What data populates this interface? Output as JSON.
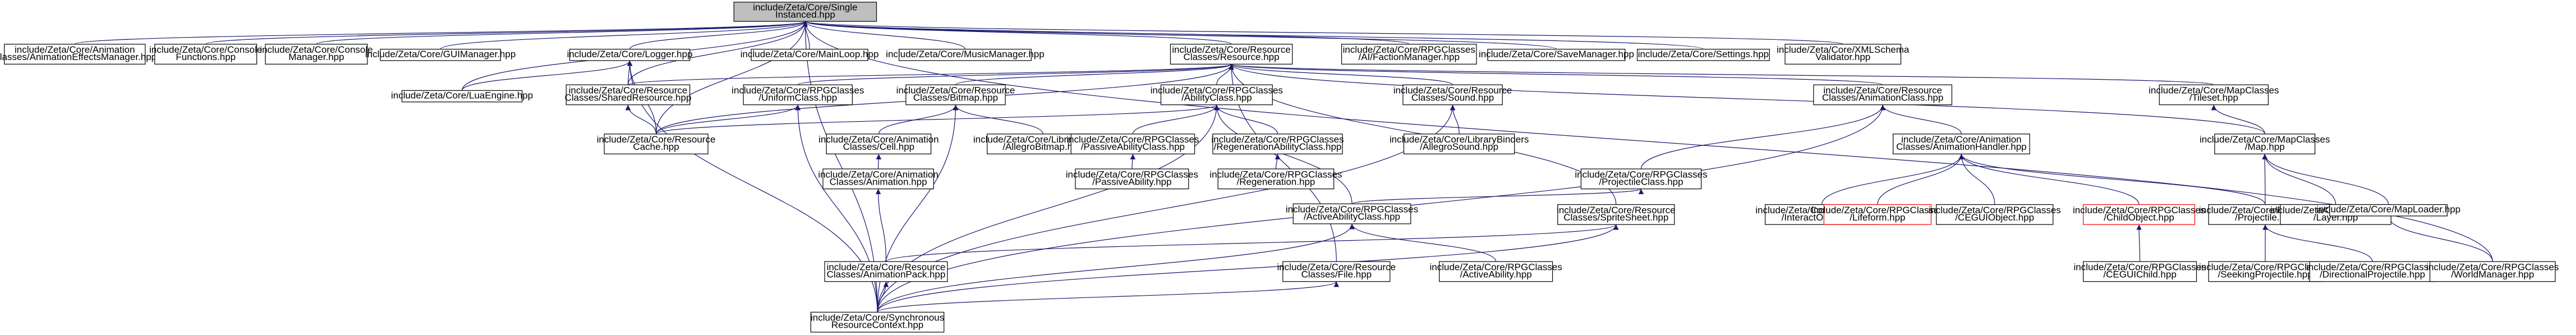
{
  "diagram": {
    "nodes": [
      {
        "id": "root",
        "lines": [
          "include/Zeta/Core/Single",
          "Instanced.hpp"
        ],
        "root": true
      },
      {
        "id": "animfx",
        "lines": [
          "include/Zeta/Core/Animation",
          "Classes/AnimationEffectsManager.hpp"
        ]
      },
      {
        "id": "consolefn",
        "lines": [
          "include/Zeta/Core/Console",
          "Functions.hpp"
        ]
      },
      {
        "id": "consolemgr",
        "lines": [
          "include/Zeta/Core/Console",
          "Manager.hpp"
        ]
      },
      {
        "id": "guimgr",
        "lines": [
          "include/Zeta/Core/GUIManager.hpp"
        ]
      },
      {
        "id": "logger",
        "lines": [
          "include/Zeta/Core/Logger.hpp"
        ]
      },
      {
        "id": "mainloop",
        "lines": [
          "include/Zeta/Core/MainLoop.hpp"
        ]
      },
      {
        "id": "musicmgr",
        "lines": [
          "include/Zeta/Core/MusicManager.hpp"
        ]
      },
      {
        "id": "resource",
        "lines": [
          "include/Zeta/Core/Resource",
          "Classes/Resource.hpp"
        ]
      },
      {
        "id": "aifaction",
        "lines": [
          "include/Zeta/Core/RPGClasses",
          "/AI/FactionManager.hpp"
        ]
      },
      {
        "id": "savemgr",
        "lines": [
          "include/Zeta/Core/SaveManager.hpp"
        ]
      },
      {
        "id": "settings",
        "lines": [
          "include/Zeta/Core/Settings.hpp"
        ]
      },
      {
        "id": "xmlval",
        "lines": [
          "include/Zeta/Core/XMLSchema",
          "Validator.hpp"
        ]
      },
      {
        "id": "luaengine",
        "lines": [
          "include/Zeta/Core/LuaEngine.hpp"
        ]
      },
      {
        "id": "sharedres",
        "lines": [
          "include/Zeta/Core/Resource",
          "Classes/SharedResource.hpp"
        ]
      },
      {
        "id": "uniform",
        "lines": [
          "include/Zeta/Core/RPGClasses",
          "/UniformClass.hpp"
        ]
      },
      {
        "id": "bitmap",
        "lines": [
          "include/Zeta/Core/Resource",
          "Classes/Bitmap.hpp"
        ]
      },
      {
        "id": "ability",
        "lines": [
          "include/Zeta/Core/RPGClasses",
          "/AbilityClass.hpp"
        ]
      },
      {
        "id": "sound",
        "lines": [
          "include/Zeta/Core/Resource",
          "Classes/Sound.hpp"
        ]
      },
      {
        "id": "animclass",
        "lines": [
          "include/Zeta/Core/Resource",
          "Classes/AnimationClass.hpp"
        ]
      },
      {
        "id": "tileset",
        "lines": [
          "include/Zeta/Core/MapClasses",
          "/Tileset.hpp"
        ]
      },
      {
        "id": "cache",
        "lines": [
          "include/Zeta/Core/Resource",
          "Cache.hpp"
        ]
      },
      {
        "id": "cell",
        "lines": [
          "include/Zeta/Core/Animation",
          "Classes/Cell.hpp"
        ]
      },
      {
        "id": "allegbitmap",
        "lines": [
          "include/Zeta/Core/LibraryBinders",
          "/AllegroBitmap.hpp"
        ]
      },
      {
        "id": "passiveclass",
        "lines": [
          "include/Zeta/Core/RPGClasses",
          "/PassiveAbilityClass.hpp"
        ]
      },
      {
        "id": "regenclass",
        "lines": [
          "include/Zeta/Core/RPGClasses",
          "/RegenerationAbilityClass.hpp"
        ]
      },
      {
        "id": "allegsound",
        "lines": [
          "include/Zeta/Core/LibraryBinders",
          "/AllegroSound.hpp"
        ]
      },
      {
        "id": "projclass",
        "lines": [
          "include/Zeta/Core/RPGClasses",
          "/ProjectileClass.hpp"
        ]
      },
      {
        "id": "animhandler",
        "lines": [
          "include/Zeta/Core/Animation",
          "Classes/AnimationHandler.hpp"
        ]
      },
      {
        "id": "map",
        "lines": [
          "include/Zeta/Core/MapClasses",
          "/Map.hpp"
        ]
      },
      {
        "id": "animation",
        "lines": [
          "include/Zeta/Core/Animation",
          "Classes/Animation.hpp"
        ]
      },
      {
        "id": "passive",
        "lines": [
          "include/Zeta/Core/RPGClasses",
          "/PassiveAbility.hpp"
        ]
      },
      {
        "id": "regen",
        "lines": [
          "include/Zeta/Core/RPGClasses",
          "/Regeneration.hpp"
        ]
      },
      {
        "id": "activeclass",
        "lines": [
          "include/Zeta/Core/RPGClasses",
          "/ActiveAbilityClass.hpp"
        ]
      },
      {
        "id": "spritesheet",
        "lines": [
          "include/Zeta/Core/Resource",
          "Classes/SpriteSheet.hpp"
        ]
      },
      {
        "id": "interact",
        "lines": [
          "include/Zeta/Core/RPGClasses",
          "/InteractObject.hpp"
        ]
      },
      {
        "id": "lifeform",
        "lines": [
          "include/Zeta/Core/RPGClasses",
          "/Lifeform.hpp"
        ],
        "red": true
      },
      {
        "id": "ceguiobj",
        "lines": [
          "include/Zeta/Core/RPGClasses",
          "/CEGUIObject.hpp"
        ]
      },
      {
        "id": "childobj",
        "lines": [
          "include/Zeta/Core/RPGClasses",
          "/ChildObject.hpp"
        ],
        "red": true
      },
      {
        "id": "projectile",
        "lines": [
          "include/Zeta/Core/RPGClasses",
          "/Projectile.hpp"
        ]
      },
      {
        "id": "layer",
        "lines": [
          "include/Zeta/Core/MapClasses",
          "/Layer.hpp"
        ]
      },
      {
        "id": "maploader",
        "lines": [
          "include/Zeta/Core/MapLoader.hpp"
        ]
      },
      {
        "id": "animpack",
        "lines": [
          "include/Zeta/Core/Resource",
          "Classes/AnimationPack.hpp"
        ]
      },
      {
        "id": "file",
        "lines": [
          "include/Zeta/Core/Resource",
          "Classes/File.hpp"
        ]
      },
      {
        "id": "active",
        "lines": [
          "include/Zeta/Core/RPGClasses",
          "/ActiveAbility.hpp"
        ]
      },
      {
        "id": "ceguichild",
        "lines": [
          "include/Zeta/Core/RPGClasses",
          "/CEGUIChild.hpp"
        ]
      },
      {
        "id": "seeking",
        "lines": [
          "include/Zeta/Core/RPGClasses",
          "/SeekingProjectile.hpp"
        ]
      },
      {
        "id": "directional",
        "lines": [
          "include/Zeta/Core/RPGClasses",
          "/DirectionalProjectile.hpp"
        ]
      },
      {
        "id": "worldmgr",
        "lines": [
          "include/Zeta/Core/RPGClasses",
          "/WorldManager.hpp"
        ]
      },
      {
        "id": "syncctx",
        "lines": [
          "include/Zeta/Core/Synchronous",
          "ResourceContext.hpp"
        ]
      }
    ],
    "edges": [
      [
        "root",
        "animfx"
      ],
      [
        "root",
        "consolefn"
      ],
      [
        "root",
        "consolemgr"
      ],
      [
        "root",
        "guimgr"
      ],
      [
        "root",
        "logger"
      ],
      [
        "root",
        "mainloop"
      ],
      [
        "root",
        "musicmgr"
      ],
      [
        "root",
        "resource"
      ],
      [
        "root",
        "aifaction"
      ],
      [
        "root",
        "savemgr"
      ],
      [
        "root",
        "settings"
      ],
      [
        "root",
        "xmlval"
      ],
      [
        "root",
        "luaengine"
      ],
      [
        "root",
        "sharedres"
      ],
      [
        "root",
        "cache"
      ],
      [
        "root",
        "syncctx"
      ],
      [
        "root",
        "worldmgr"
      ],
      [
        "logger",
        "luaengine"
      ],
      [
        "logger",
        "sharedres"
      ],
      [
        "logger",
        "cache"
      ],
      [
        "logger",
        "syncctx"
      ],
      [
        "resource",
        "sharedres"
      ],
      [
        "resource",
        "uniform"
      ],
      [
        "resource",
        "bitmap"
      ],
      [
        "resource",
        "ability"
      ],
      [
        "resource",
        "sound"
      ],
      [
        "resource",
        "animclass"
      ],
      [
        "resource",
        "tileset"
      ],
      [
        "resource",
        "file"
      ],
      [
        "resource",
        "spritesheet"
      ],
      [
        "resource",
        "map"
      ],
      [
        "resource",
        "cache"
      ],
      [
        "sharedres",
        "cache"
      ],
      [
        "uniform",
        "cache"
      ],
      [
        "uniform",
        "syncctx"
      ],
      [
        "bitmap",
        "cell"
      ],
      [
        "bitmap",
        "allegbitmap"
      ],
      [
        "bitmap",
        "syncctx"
      ],
      [
        "ability",
        "passiveclass"
      ],
      [
        "ability",
        "regenclass"
      ],
      [
        "ability",
        "activeclass"
      ],
      [
        "ability",
        "cache"
      ],
      [
        "ability",
        "syncctx"
      ],
      [
        "sound",
        "allegsound"
      ],
      [
        "sound",
        "syncctx"
      ],
      [
        "animclass",
        "projclass"
      ],
      [
        "animclass",
        "animhandler"
      ],
      [
        "animclass",
        "syncctx"
      ],
      [
        "tileset",
        "map"
      ],
      [
        "cell",
        "animation"
      ],
      [
        "animation",
        "animpack"
      ],
      [
        "animpack",
        "syncctx"
      ],
      [
        "passiveclass",
        "passive"
      ],
      [
        "regenclass",
        "regen"
      ],
      [
        "projclass",
        "activeclass"
      ],
      [
        "activeclass",
        "active"
      ],
      [
        "activeclass",
        "syncctx"
      ],
      [
        "spritesheet",
        "animpack"
      ],
      [
        "spritesheet",
        "syncctx"
      ],
      [
        "animhandler",
        "interact"
      ],
      [
        "animhandler",
        "lifeform"
      ],
      [
        "animhandler",
        "ceguiobj"
      ],
      [
        "animhandler",
        "childobj"
      ],
      [
        "animhandler",
        "projectile"
      ],
      [
        "map",
        "projectile"
      ],
      [
        "map",
        "layer"
      ],
      [
        "map",
        "maploader"
      ],
      [
        "maploader",
        "worldmgr"
      ],
      [
        "childobj",
        "ceguichild"
      ],
      [
        "projectile",
        "seeking"
      ],
      [
        "projectile",
        "directional"
      ],
      [
        "file",
        "syncctx"
      ]
    ]
  }
}
